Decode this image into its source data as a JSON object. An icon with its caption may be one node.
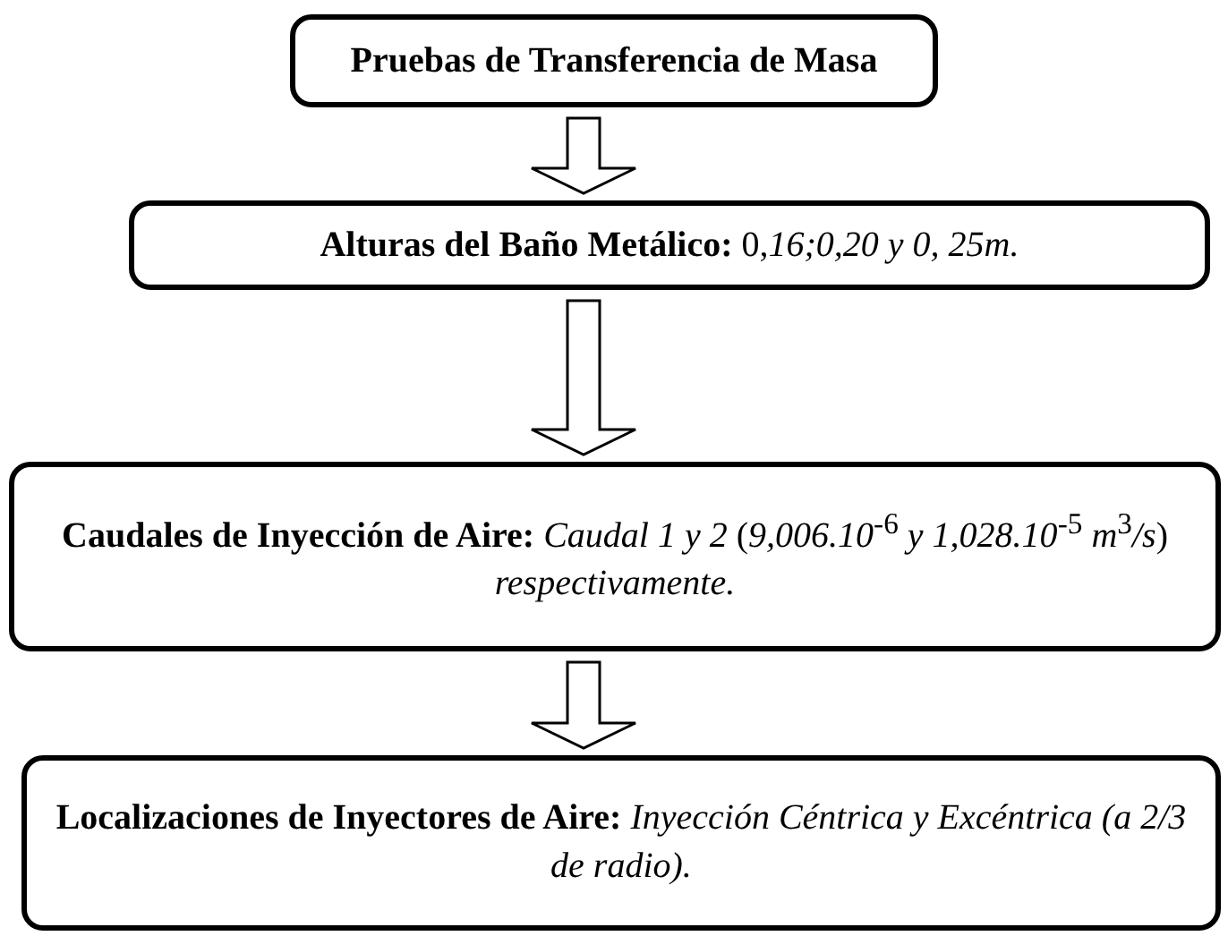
{
  "diagram": {
    "nodes": [
      {
        "text": [
          "Pruebas de Transferencia de Masa"
        ]
      },
      {
        "text": [
          "**Alturas del Baño Metálico:** 0,*16;0,20 y 0, 25m.*"
        ]
      },
      {
        "text": [
          "**Caudales de Inyección de Aire:** *Caudal 1 y 2*  (*9,006.10*$^{-6}$ *y 1,028.10*$^{-5}$ *m*$^{3}$*/s*) *respectivamente.*"
        ]
      },
      {
        "text": [
          "**Localizaciones de Inyectores de Aire:** *Inyección Céntrica y Excéntrica (a 2/3 de radio).*"
        ]
      }
    ],
    "edges": [
      {
        "from": 0,
        "to": 1,
        "arrow": "to"
      },
      {
        "from": 1,
        "to": 2,
        "arrow": "to"
      },
      {
        "from": 2,
        "to": 3,
        "arrow": "to"
      }
    ]
  }
}
